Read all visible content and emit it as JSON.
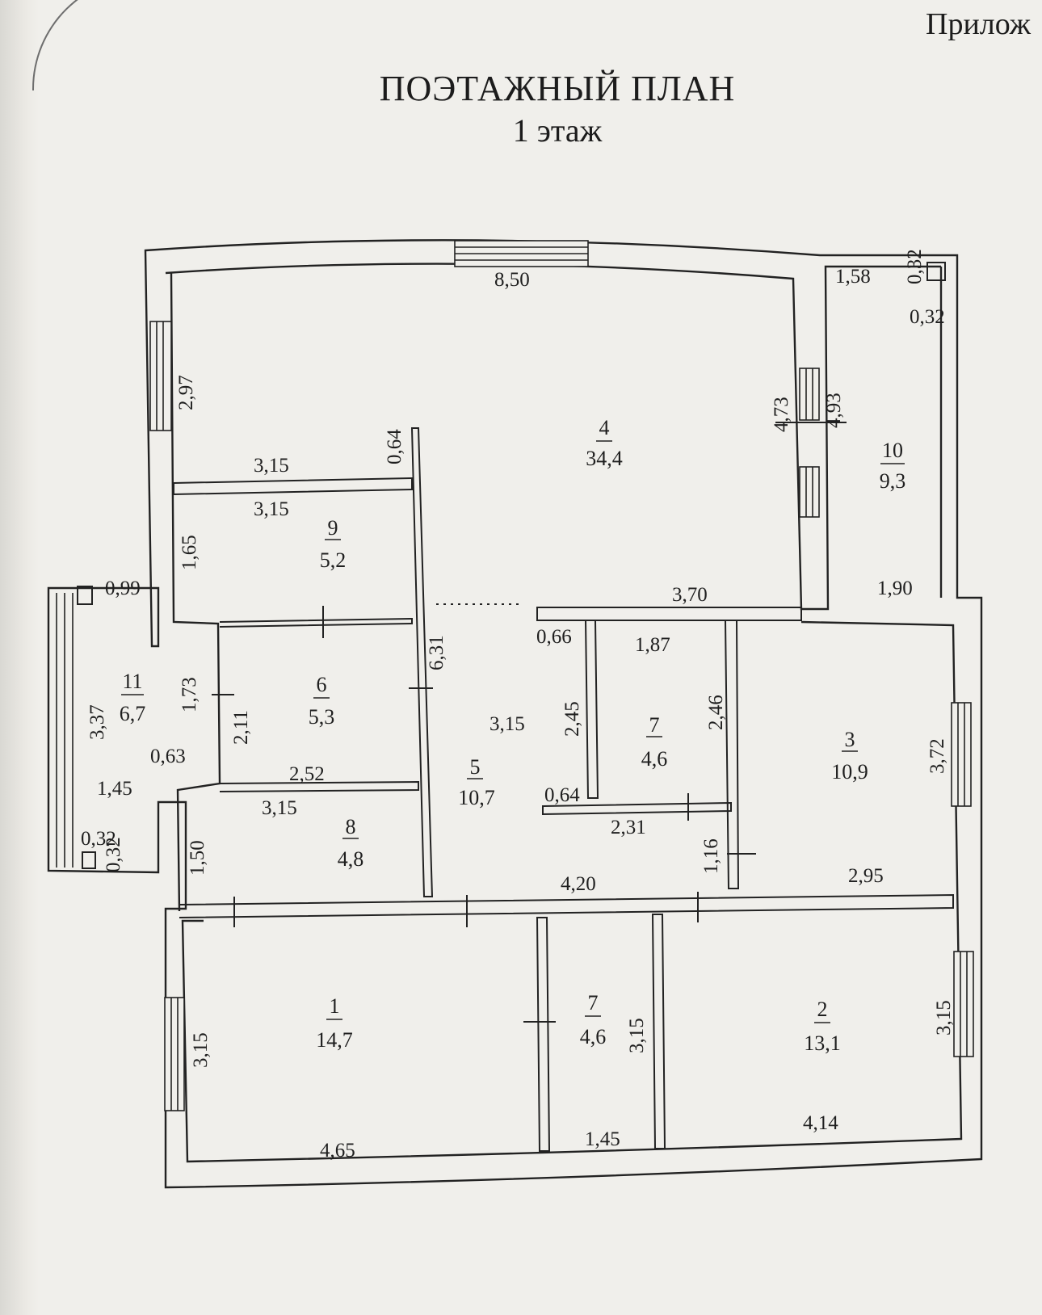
{
  "header": {
    "appendix": "Прилож",
    "title": "ПОЭТАЖНЫЙ ПЛАН",
    "subtitle": "1 этаж"
  },
  "rooms": [
    {
      "id": "room-4",
      "number": "4",
      "area": "34,4"
    },
    {
      "id": "room-10",
      "number": "10",
      "area": "9,3"
    },
    {
      "id": "room-9",
      "number": "9",
      "area": "5,2"
    },
    {
      "id": "room-6",
      "number": "6",
      "area": "5,3"
    },
    {
      "id": "room-11",
      "number": "11",
      "area": "6,7"
    },
    {
      "id": "room-5",
      "number": "5",
      "area": "10,7"
    },
    {
      "id": "room-7-upper",
      "number": "7",
      "area": "4,6"
    },
    {
      "id": "room-3",
      "number": "3",
      "area": "10,9"
    },
    {
      "id": "room-8",
      "number": "8",
      "area": "4,8"
    },
    {
      "id": "room-1",
      "number": "1",
      "area": "14,7"
    },
    {
      "id": "room-7-lower",
      "number": "7",
      "area": "4,6"
    },
    {
      "id": "room-2",
      "number": "2",
      "area": "13,1"
    }
  ],
  "dimensions": [
    "8,50",
    "1,58",
    "0,32",
    "0,32",
    "2,97",
    "4,73",
    "4,93",
    "3,15",
    "0,64",
    "3,15",
    "1,65",
    "3,70",
    "1,90",
    "0,99",
    "6,31",
    "0,66",
    "1,87",
    "1,73",
    "2,11",
    "2,45",
    "3,15",
    "2,46",
    "3,37",
    "3,72",
    "0,63",
    "2,52",
    "1,45",
    "3,15",
    "0,64",
    "2,31",
    "0,32",
    "0,32",
    "1,50",
    "1,16",
    "4,20",
    "2,95",
    "3,15",
    "3,15",
    "3,15",
    "4,65",
    "1,45",
    "4,14"
  ]
}
